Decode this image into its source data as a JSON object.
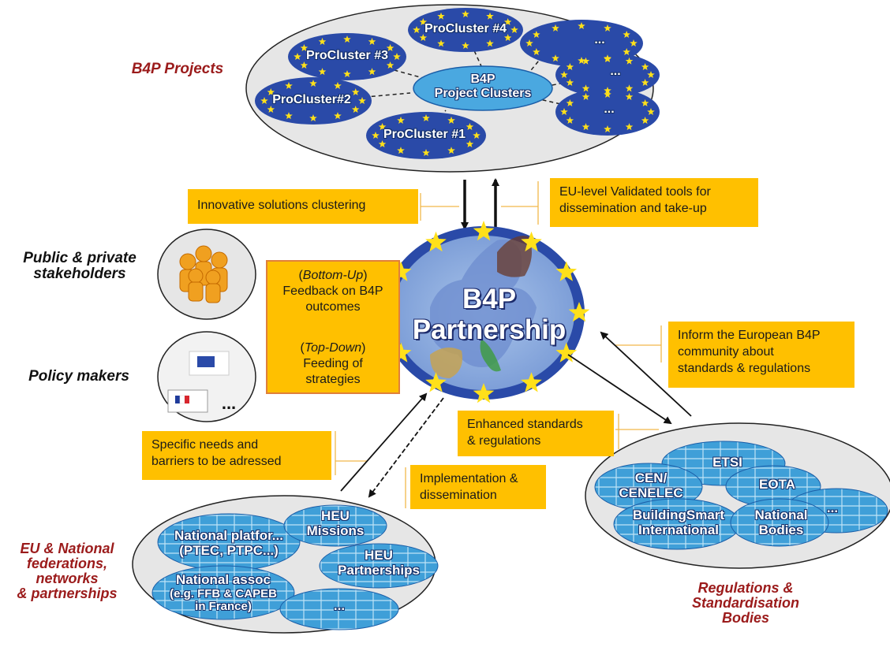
{
  "colors": {
    "note_fill": "#ffc000",
    "label_red": "#9b1b1b",
    "eu_blue": "#1f3b9b",
    "eu_star": "#ffe01a",
    "cluster_light": "#4aa8e0",
    "grey_cloud": "#e6e6e6"
  },
  "projects": {
    "heading": "B4P Projects",
    "clusters": [
      "ProCluster #4",
      "ProCluster #3",
      "ProCluster#2",
      "ProCluster #1",
      "...",
      "...",
      "..."
    ],
    "hub_line1": "B4P",
    "hub_line2": "Project Clusters"
  },
  "centre": {
    "line1": "B4P",
    "line2": "Partnership"
  },
  "stakeholders": {
    "public_line1": "Public & private",
    "public_line2": "stakeholders",
    "policy": "Policy makers",
    "policy_more": "...",
    "icons": [
      "people-group-icon",
      "eu-commission-logo-icon",
      "french-republic-logo-icon"
    ]
  },
  "feedback_box": {
    "bottom_up": "Bottom-Up",
    "line1": "Feedback on B4P",
    "line2": "outcomes",
    "top_down": "Top-Down",
    "line3": "Feeding of",
    "line4": "strategies"
  },
  "notes": {
    "clustering": "Innovative solutions clustering",
    "validated_line1": "EU-level Validated tools for",
    "validated_line2": "dissemination and take-up",
    "inform_line1": "Inform the European B4P",
    "inform_line2": "community about",
    "inform_line3": "standards & regulations",
    "enhanced_line1": "Enhanced standards",
    "enhanced_line2": "& regulations",
    "needs_line1": "Specific needs and",
    "needs_line2": "barriers to be adressed",
    "implementation_line1": "Implementation &",
    "implementation_line2": "dissemination"
  },
  "federations": {
    "heading_line1": "EU & National",
    "heading_line2": "federations,",
    "heading_line3": "networks",
    "heading_line4": "& partnerships",
    "platform_line1": "National platfor...",
    "platform_line2": "(PTEC, PTPC...)",
    "missions_line1": "HEU",
    "missions_line2": "Missions",
    "partnerships_line1": "HEU",
    "partnerships_line2": "Partnerships",
    "assoc_line1": "National assoc",
    "assoc_line2": "(e.g. FFB & CAPEB",
    "assoc_line3": "in France)",
    "more": "..."
  },
  "standards": {
    "heading_line1": "Regulations &",
    "heading_line2": "Standardisation",
    "heading_line3": "Bodies",
    "etsi": "ETSI",
    "cen_line1": "CEN/",
    "cen_line2": "CENELEC",
    "eota": "EOTA",
    "bsi_line1": "BuildingSmart",
    "bsi_line2": "International",
    "national_line1": "National",
    "national_line2": "Bodies",
    "more": "..."
  }
}
